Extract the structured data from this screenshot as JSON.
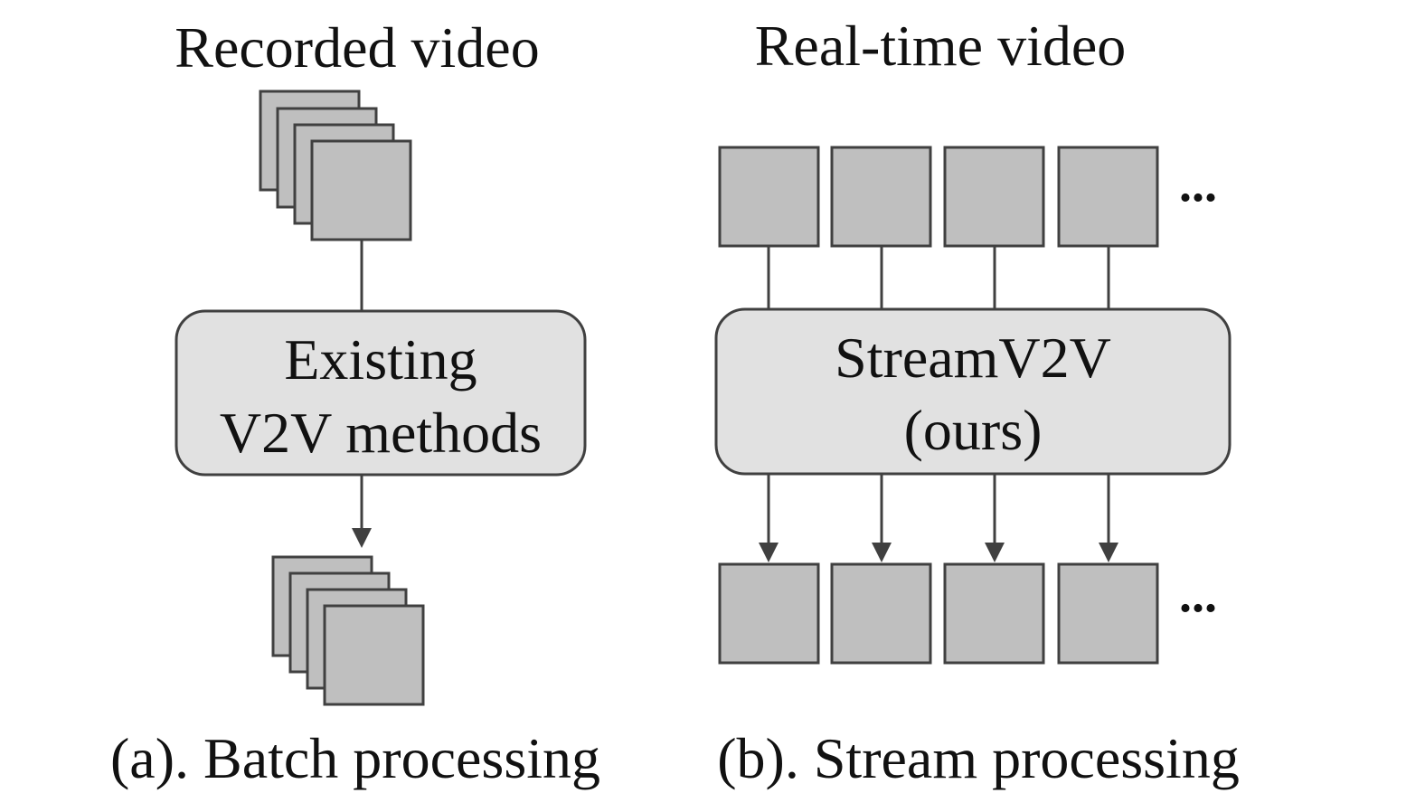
{
  "panel_a": {
    "title": "Recorded video",
    "box_line1": "Existing",
    "box_line2": "V2V methods",
    "caption": "(a). Batch processing"
  },
  "panel_b": {
    "title": "Real-time video",
    "box_line1": "StreamV2V",
    "box_line2": "(ours)",
    "caption": "(b). Stream processing",
    "ellipsis_top": "...",
    "ellipsis_bottom": "..."
  },
  "colors": {
    "frame_fill": "#bfbfbf",
    "box_fill": "#e1e1e1",
    "stroke": "#404040"
  }
}
